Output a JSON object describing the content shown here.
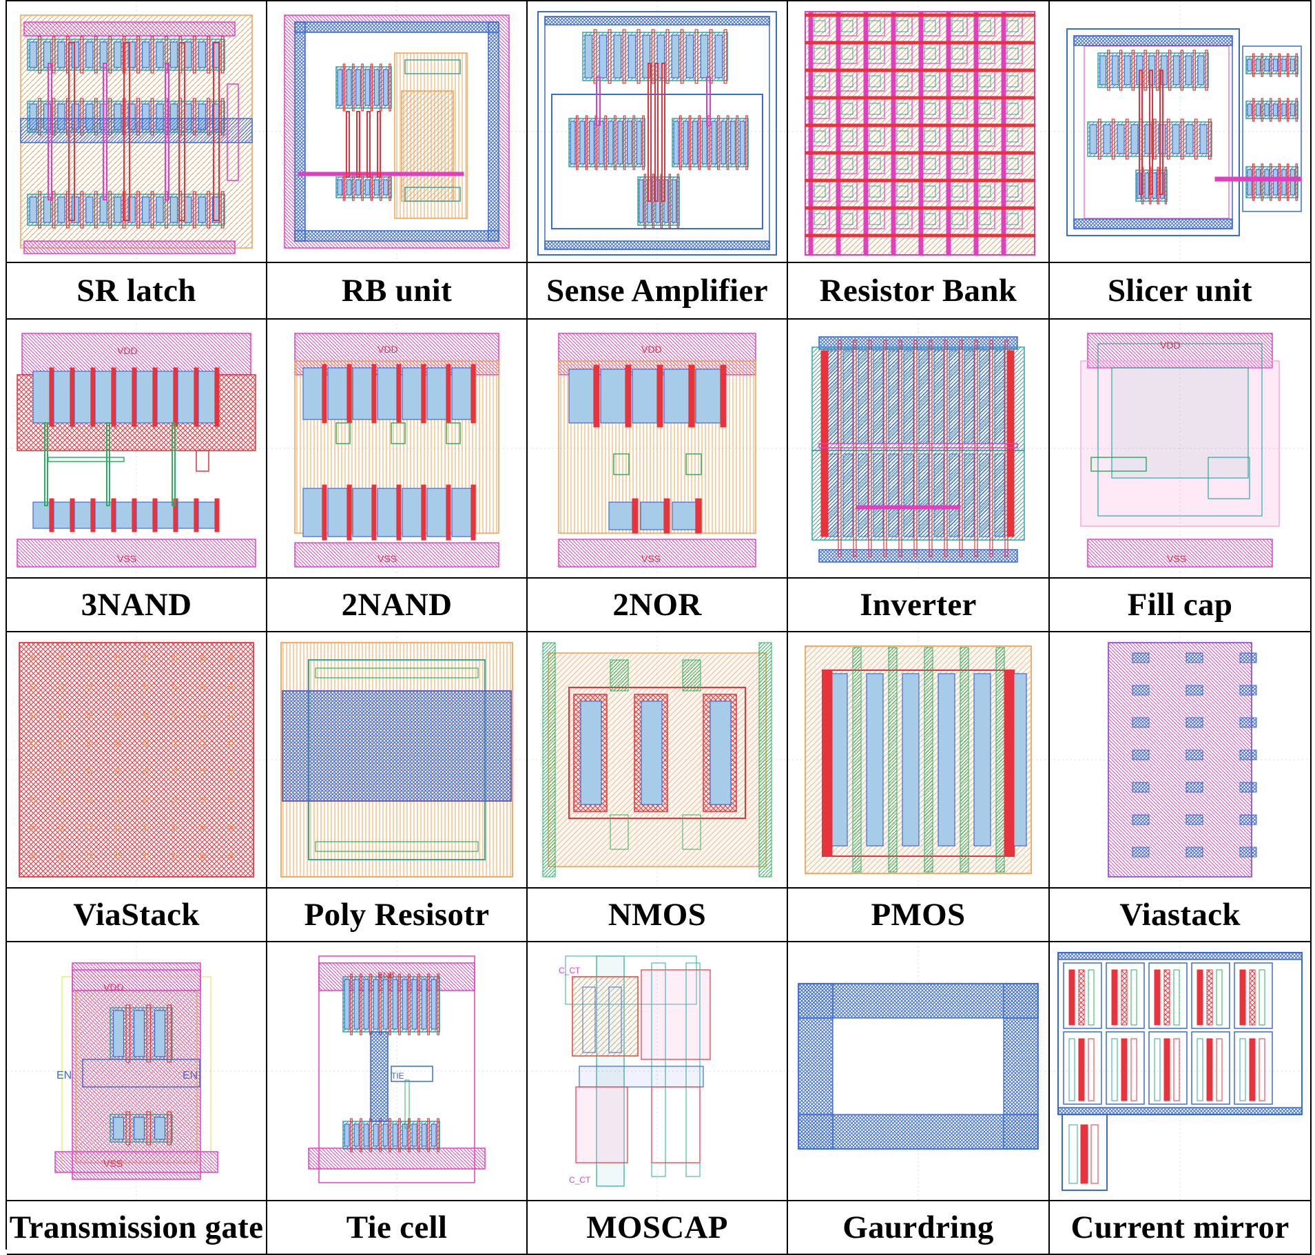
{
  "cells": [
    {
      "label": "SR latch",
      "art": "sr"
    },
    {
      "label": "RB unit",
      "art": "rb"
    },
    {
      "label": "Sense Amplifier",
      "art": "sense"
    },
    {
      "label": "Resistor Bank",
      "art": "bank"
    },
    {
      "label": "Slicer unit",
      "art": "slicer"
    },
    {
      "label": "3NAND",
      "art": "nand3"
    },
    {
      "label": "2NAND",
      "art": "nand2"
    },
    {
      "label": "2NOR",
      "art": "nor2"
    },
    {
      "label": "Inverter",
      "art": "inverter"
    },
    {
      "label": "Fill cap",
      "art": "fillcap"
    },
    {
      "label": "ViaStack",
      "art": "viastack1"
    },
    {
      "label": "Poly Resisotr",
      "art": "polyres"
    },
    {
      "label": "NMOS",
      "art": "nmos"
    },
    {
      "label": "PMOS",
      "art": "pmos"
    },
    {
      "label": "Viastack",
      "art": "viastack2"
    },
    {
      "label": "Transmission gate",
      "art": "tgate"
    },
    {
      "label": "Tie cell",
      "art": "tie"
    },
    {
      "label": "MOSCAP",
      "art": "moscap"
    },
    {
      "label": "Gaurdring",
      "art": "guard"
    },
    {
      "label": "Current mirror",
      "art": "mirror"
    }
  ],
  "layer_colors": {
    "diffusion": "#2ea8a0",
    "poly": "#e8323c",
    "metal1": "#3a6ad8",
    "metal2": "#e040c0",
    "nwell": "#f0a050",
    "via": "#28b060",
    "implant": "#f8a8d8",
    "well_fill": "#fde8d8",
    "active_fill": "#a8cce8"
  }
}
